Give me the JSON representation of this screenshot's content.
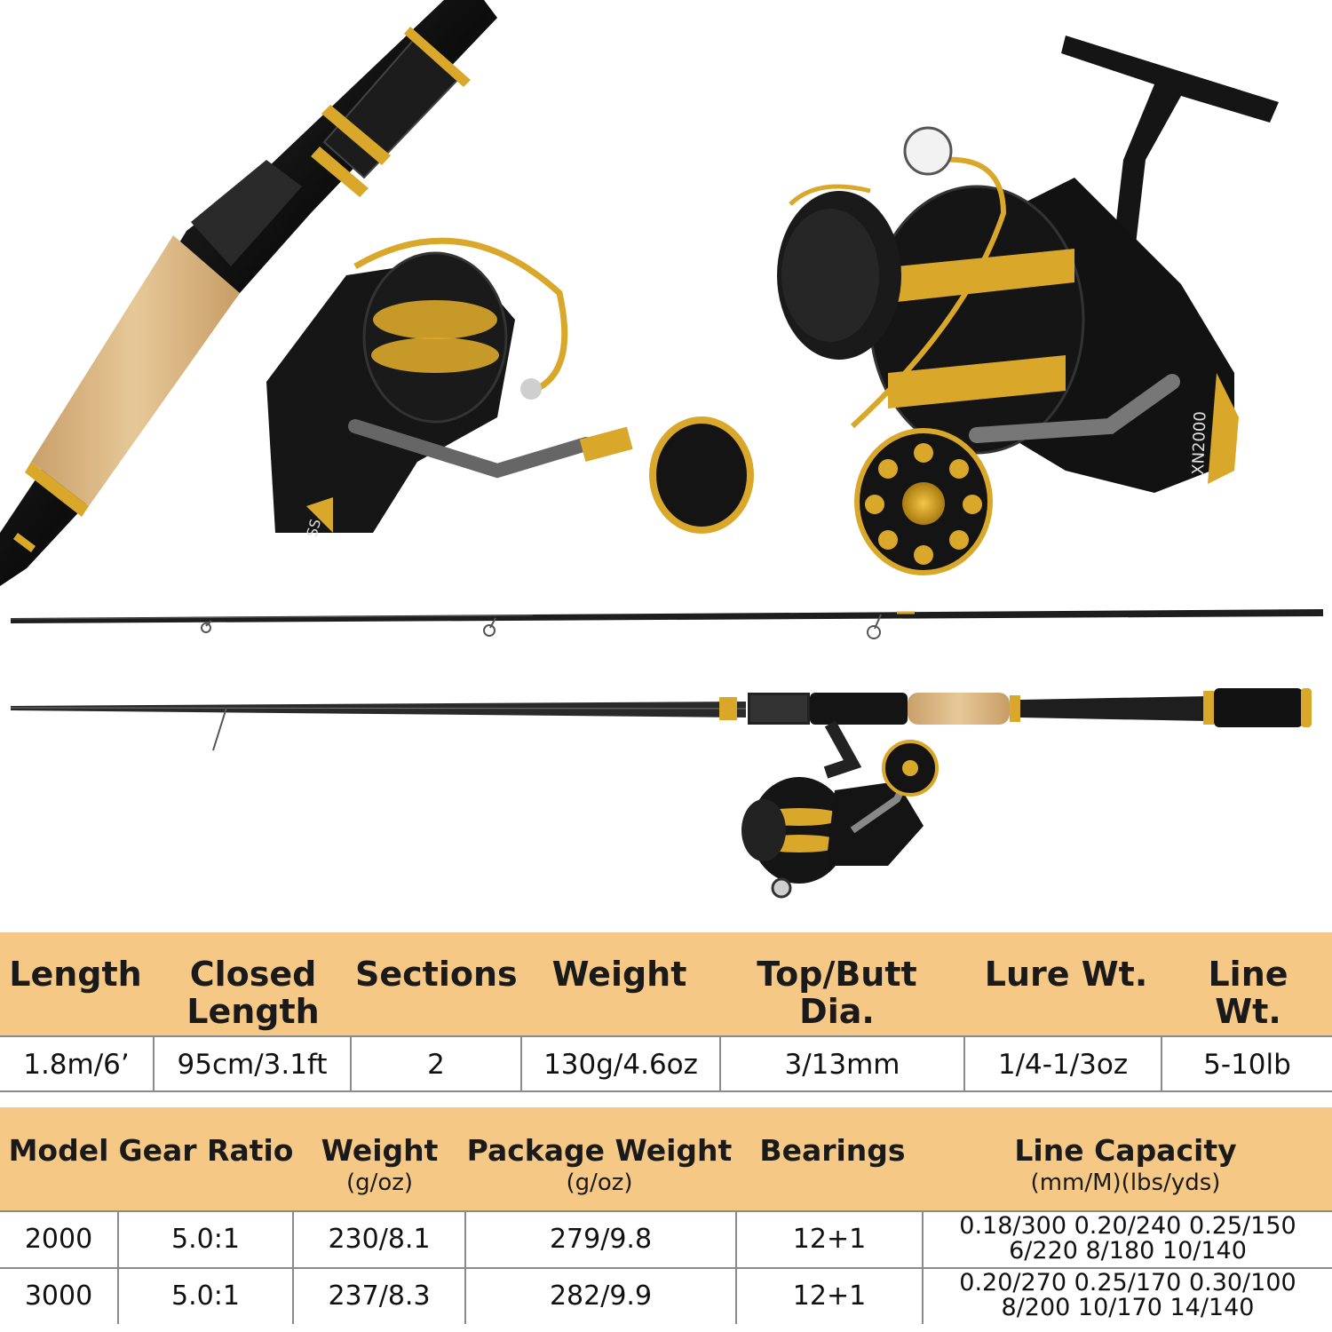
{
  "reel_model_marking": "XN2000",
  "rod_table": {
    "headers": [
      "Length",
      "Closed Length",
      "Sections",
      "Weight",
      "Top/Butt Dia.",
      "Lure Wt.",
      "Line Wt."
    ],
    "values": [
      "1.8m/6’",
      "95cm/3.1ft",
      "2",
      "130g/4.6oz",
      "3/13mm",
      "1/4-1/3oz",
      "5-10lb"
    ]
  },
  "reel_table": {
    "headers": [
      {
        "title": "Model",
        "sub": ""
      },
      {
        "title": "Gear Ratio",
        "sub": ""
      },
      {
        "title": "Weight",
        "sub": "(g/oz)"
      },
      {
        "title": "Package Weight",
        "sub": "(g/oz)"
      },
      {
        "title": "Bearings",
        "sub": ""
      },
      {
        "title": "Line Capacity",
        "sub": "(mm/M)(lbs/yds)"
      }
    ],
    "rows": [
      {
        "model": "2000",
        "gear_ratio": "5.0:1",
        "weight": "230/8.1",
        "package_weight": "279/9.8",
        "bearings": "12+1",
        "capacity_mm": "0.18/300 0.20/240 0.25/150",
        "capacity_lbs": "6/220 8/180 10/140"
      },
      {
        "model": "3000",
        "gear_ratio": "5.0:1",
        "weight": "237/8.3",
        "package_weight": "282/9.9",
        "bearings": "12+1",
        "capacity_mm": "0.20/270 0.25/170 0.30/100",
        "capacity_lbs": "8/200 10/170 14/140"
      }
    ]
  },
  "colors": {
    "gold": "#d9a72a",
    "black": "#141414",
    "cork": "#d8b582",
    "header_bg": "#f5c985",
    "rule": "#8a8a8a"
  }
}
